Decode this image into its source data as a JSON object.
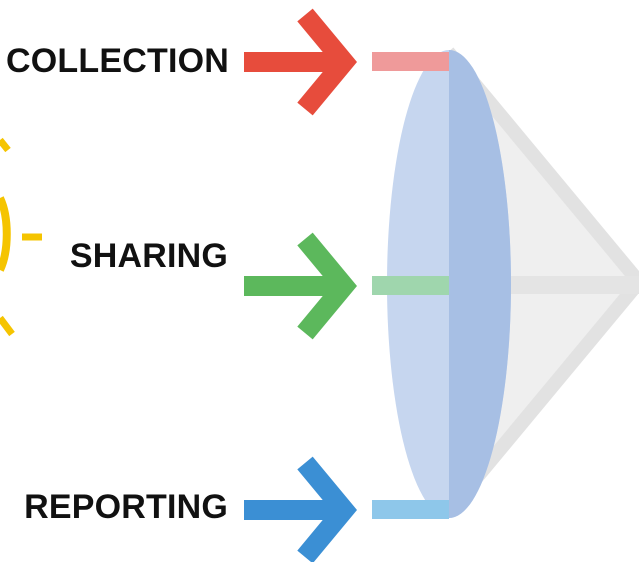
{
  "labels": {
    "collection": "COLLECTION",
    "sharing": "SHARING",
    "reporting": "REPORTING"
  },
  "colors": {
    "collection": "#e74c3c",
    "sharing": "#5cb85c",
    "reporting": "#3b8fd4",
    "sun": "#f5c400",
    "lens_light": "#c6d6ef",
    "lens_dark": "#a7bfe4",
    "cone": "#e8e8e8"
  }
}
